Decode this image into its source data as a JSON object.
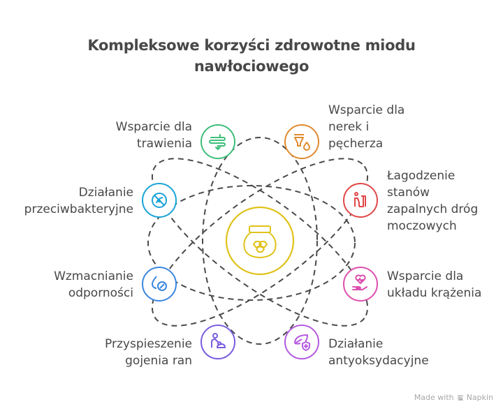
{
  "title": {
    "line1": "Kompleksowe korzyści zdrowotne miodu",
    "line2": "nawłociowego"
  },
  "center": {
    "icon": "honey-jar-icon",
    "color": "#E0C21A"
  },
  "items": [
    {
      "id": "digestion",
      "label": "Wsparcie dla\ntrawienia",
      "icon": "intestine-icon",
      "color": "#3DBE7A",
      "side": "left"
    },
    {
      "id": "kidneys",
      "label": "Wsparcie dla\nnerek i\npęcherza",
      "icon": "bladder-drop-icon",
      "color": "#E08A2E",
      "side": "right"
    },
    {
      "id": "antibacterial",
      "label": "Działanie\nprzeciwbakteryjne",
      "icon": "no-bacteria-icon",
      "color": "#1AA3D6",
      "side": "left"
    },
    {
      "id": "urinary",
      "label": "Łagodzenie\nstanów\nzapalnych dróg\nmoczowych",
      "icon": "urinal-person-icon",
      "color": "#E04848",
      "side": "right"
    },
    {
      "id": "immunity",
      "label": "Wzmacnianie\nodporności",
      "icon": "drop-percent-icon",
      "color": "#3A86E0",
      "side": "left"
    },
    {
      "id": "circulation",
      "label": "Wsparcie dla\nukładu krążenia",
      "icon": "heart-hand-icon",
      "color": "#DD4FAE",
      "side": "right"
    },
    {
      "id": "wounds",
      "label": "Przyspieszenie\ngojenia ran",
      "icon": "caregiver-icon",
      "color": "#7A5CE0",
      "side": "left"
    },
    {
      "id": "antioxidant",
      "label": "Działanie\nantyoksydacyjne",
      "icon": "leaf-shield-icon",
      "color": "#B45AE0",
      "side": "right"
    }
  ],
  "footer": {
    "text": "Made with",
    "brand": "Napkin"
  }
}
